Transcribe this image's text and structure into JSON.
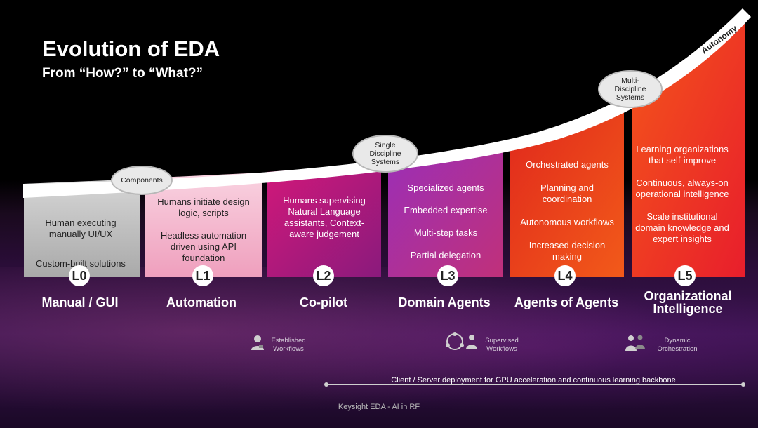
{
  "title": "Evolution of EDA",
  "subtitle": "From “How?” to “What?”",
  "autonomy_label": "Autonomy",
  "bubbles": {
    "components": "Components",
    "single": [
      "Single",
      "Discipline",
      "Systems"
    ],
    "multi": [
      "Multi-",
      "Discipline",
      "Systems"
    ]
  },
  "columns": [
    {
      "level": "L0",
      "name": "Manual / GUI",
      "items": [
        "Human executing manually UI/UX",
        "Custom-built solutions"
      ]
    },
    {
      "level": "L1",
      "name": "Automation",
      "items": [
        "Humans initiate design logic, scripts",
        "Headless automation driven using API foundation"
      ]
    },
    {
      "level": "L2",
      "name": "Co-pilot",
      "items": [
        "Humans supervising Natural Language assistants, Context-aware judgement"
      ]
    },
    {
      "level": "L3",
      "name": "Domain Agents",
      "items": [
        "Specialized agents",
        "Embedded expertise",
        "Multi-step tasks",
        "Partial delegation"
      ]
    },
    {
      "level": "L4",
      "name": "Agents of Agents",
      "items": [
        "Orchestrated agents",
        "Planning and coordination",
        "Autonomous workflows",
        "Increased decision making"
      ]
    },
    {
      "level": "L5",
      "name": "Organizational Intelligence",
      "items": [
        "Learning organizations that self-improve",
        "Continuous, always-on operational intelligence",
        "Scale institutional domain knowledge and expert insights"
      ]
    }
  ],
  "workflows": [
    {
      "icon": "person-icon",
      "lines": [
        "Established",
        "Workflows"
      ]
    },
    {
      "icon": "people-cycle-icon",
      "lines": [
        "Supervised",
        "Workflows"
      ]
    },
    {
      "icon": "people-orchestration-icon",
      "lines": [
        "Dynamic",
        "Orchestration"
      ]
    }
  ],
  "deployment": "Client / Server deployment for GPU acceleration and continuous learning backbone",
  "footer": "Keysight EDA - AI in RF",
  "colors": {
    "col0": "#c9c9c9",
    "col1": "#f6c6d8",
    "col2": "#c4187a",
    "col3": "#8a2bb0",
    "col4": "#e8301c",
    "col5": "#f24a14",
    "text_dark": "#222222",
    "text_light": "#ffffff"
  }
}
